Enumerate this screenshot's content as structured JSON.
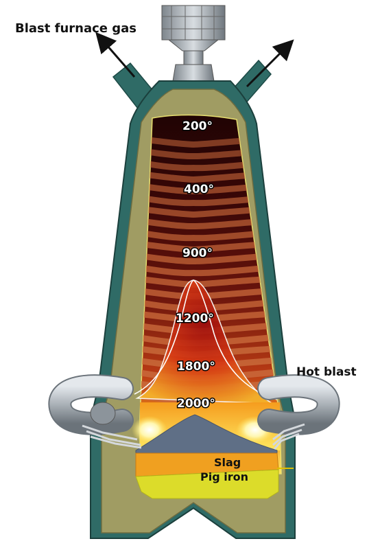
{
  "labels": {
    "gas": "Blast furnace gas",
    "blast": "Hot blast",
    "slag": "Slag",
    "iron": "Pig iron"
  },
  "temperatures": [
    "200°",
    "400°",
    "900°",
    "1200°",
    "1800°",
    "2000°"
  ],
  "colors": {
    "shell": "#2f6b66",
    "lining": "#a09c63",
    "charge_band": "#c8683a",
    "charge_dark": "#2a0808",
    "slag": "#f0a020",
    "iron": "#dcdc2a",
    "coke_heap": "#5f6f86",
    "hot_yellow": "#ffe15a"
  }
}
